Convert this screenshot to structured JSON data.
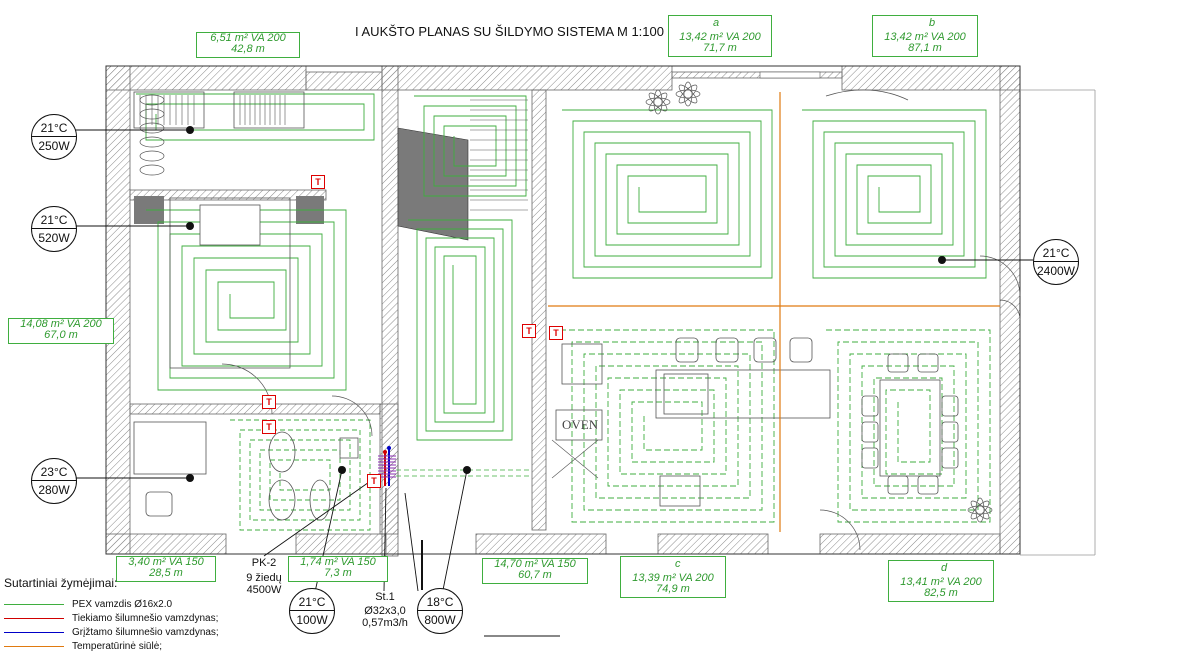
{
  "title": "I AUKŠTO PLANAS SU ŠILDYMO SISTEMA M 1:100",
  "zones": [
    {
      "id": "z1",
      "lines": [
        "6,51 m² VA 200",
        "42,8 m"
      ],
      "tag": ""
    },
    {
      "id": "z2",
      "lines": [
        "13,42 m² VA 200",
        "71,7 m"
      ],
      "tag": "a"
    },
    {
      "id": "z3",
      "lines": [
        "13,42 m² VA 200",
        "87,1 m"
      ],
      "tag": "b"
    },
    {
      "id": "z4",
      "lines": [
        "14,08 m² VA 200",
        "67,0 m"
      ],
      "tag": ""
    },
    {
      "id": "z5",
      "lines": [
        "3,40 m² VA 150",
        "28,5 m"
      ],
      "tag": ""
    },
    {
      "id": "z6",
      "lines": [
        "1,74 m² VA 150",
        "7,3 m"
      ],
      "tag": ""
    },
    {
      "id": "z7",
      "lines": [
        "14,70 m² VA 150",
        "60,7 m"
      ],
      "tag": ""
    },
    {
      "id": "z8",
      "lines": [
        "13,39 m² VA 200",
        "74,9 m"
      ],
      "tag": "c"
    },
    {
      "id": "z9",
      "lines": [
        "13,41 m² VA 200",
        "82,5 m"
      ],
      "tag": "d"
    }
  ],
  "rooms": [
    {
      "id": "r1",
      "temp": "21°C",
      "power": "250W"
    },
    {
      "id": "r2",
      "temp": "21°C",
      "power": "520W"
    },
    {
      "id": "r3",
      "temp": "23°C",
      "power": "280W"
    },
    {
      "id": "r4",
      "temp": "21°C",
      "power": "100W"
    },
    {
      "id": "r5",
      "temp": "18°C",
      "power": "800W"
    },
    {
      "id": "r6",
      "temp": "21°C",
      "power": "2400W"
    }
  ],
  "thermostat_label": "T",
  "manifold": {
    "name": "PK-2",
    "loops": "9 žiedų",
    "power": "4500W"
  },
  "riser": {
    "name": "St.1",
    "pipe": "Ø32x3,0",
    "flow": "0,57m3/h"
  },
  "oven_label": "OVEN",
  "legend": {
    "title": "Sutartiniai žymėjimai:",
    "items": [
      {
        "label": "PEX vamzdis Ø16x2.0",
        "color": "#3fae3f"
      },
      {
        "label": "Tiekiamo šilumnešio vamzdynas;",
        "color": "#d00000"
      },
      {
        "label": "Grįžtamo šilumnešio vamzdynas;",
        "color": "#0000c8"
      },
      {
        "label": "Temperatūrinė siūlė;",
        "color": "#e07a10"
      }
    ]
  },
  "colors": {
    "pipe": "#3fae3f",
    "wall": "#9a9a9a",
    "thermostat": "#d00000",
    "joint": "#e07a10"
  }
}
